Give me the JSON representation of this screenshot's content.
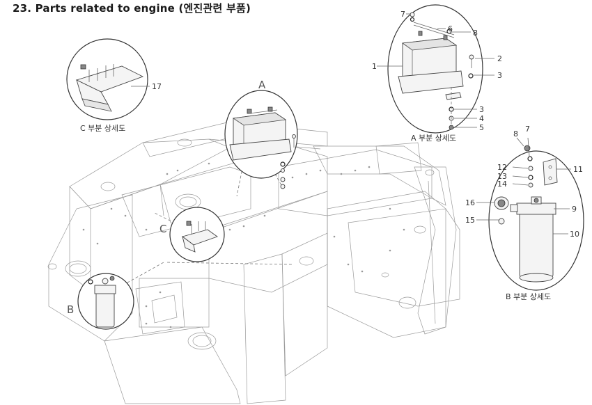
{
  "title": "23. Parts related to engine (엔진관련 부품)",
  "views": {
    "A": {
      "letter": "A",
      "caption": "A 부분 상세도"
    },
    "B": {
      "letter": "B",
      "caption": "B 부분 상세도"
    },
    "C": {
      "letter": "C",
      "caption": "C 부분 상세도"
    }
  },
  "callouts_a": [
    "1",
    "2",
    "3",
    "3",
    "4",
    "5",
    "6",
    "7",
    "8"
  ],
  "callouts_b": [
    "7",
    "8",
    "9",
    "10",
    "11",
    "12",
    "13",
    "14",
    "15",
    "16"
  ],
  "callouts_c": [
    "17"
  ]
}
